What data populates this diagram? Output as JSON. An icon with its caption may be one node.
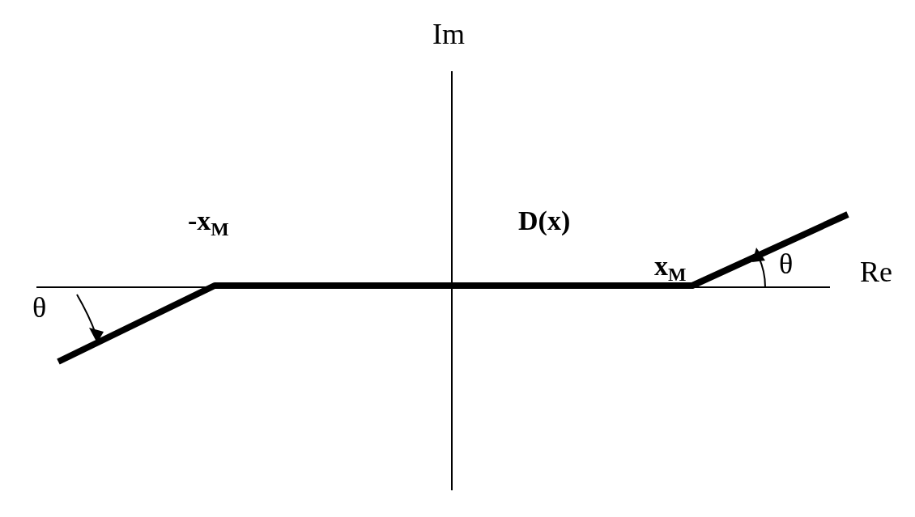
{
  "diagram": {
    "labels": [
      "Im",
      "-x$_{M}$",
      "D(x)",
      "θ",
      "Re",
      "θ",
      "x$_{M}$"
    ]
  }
}
